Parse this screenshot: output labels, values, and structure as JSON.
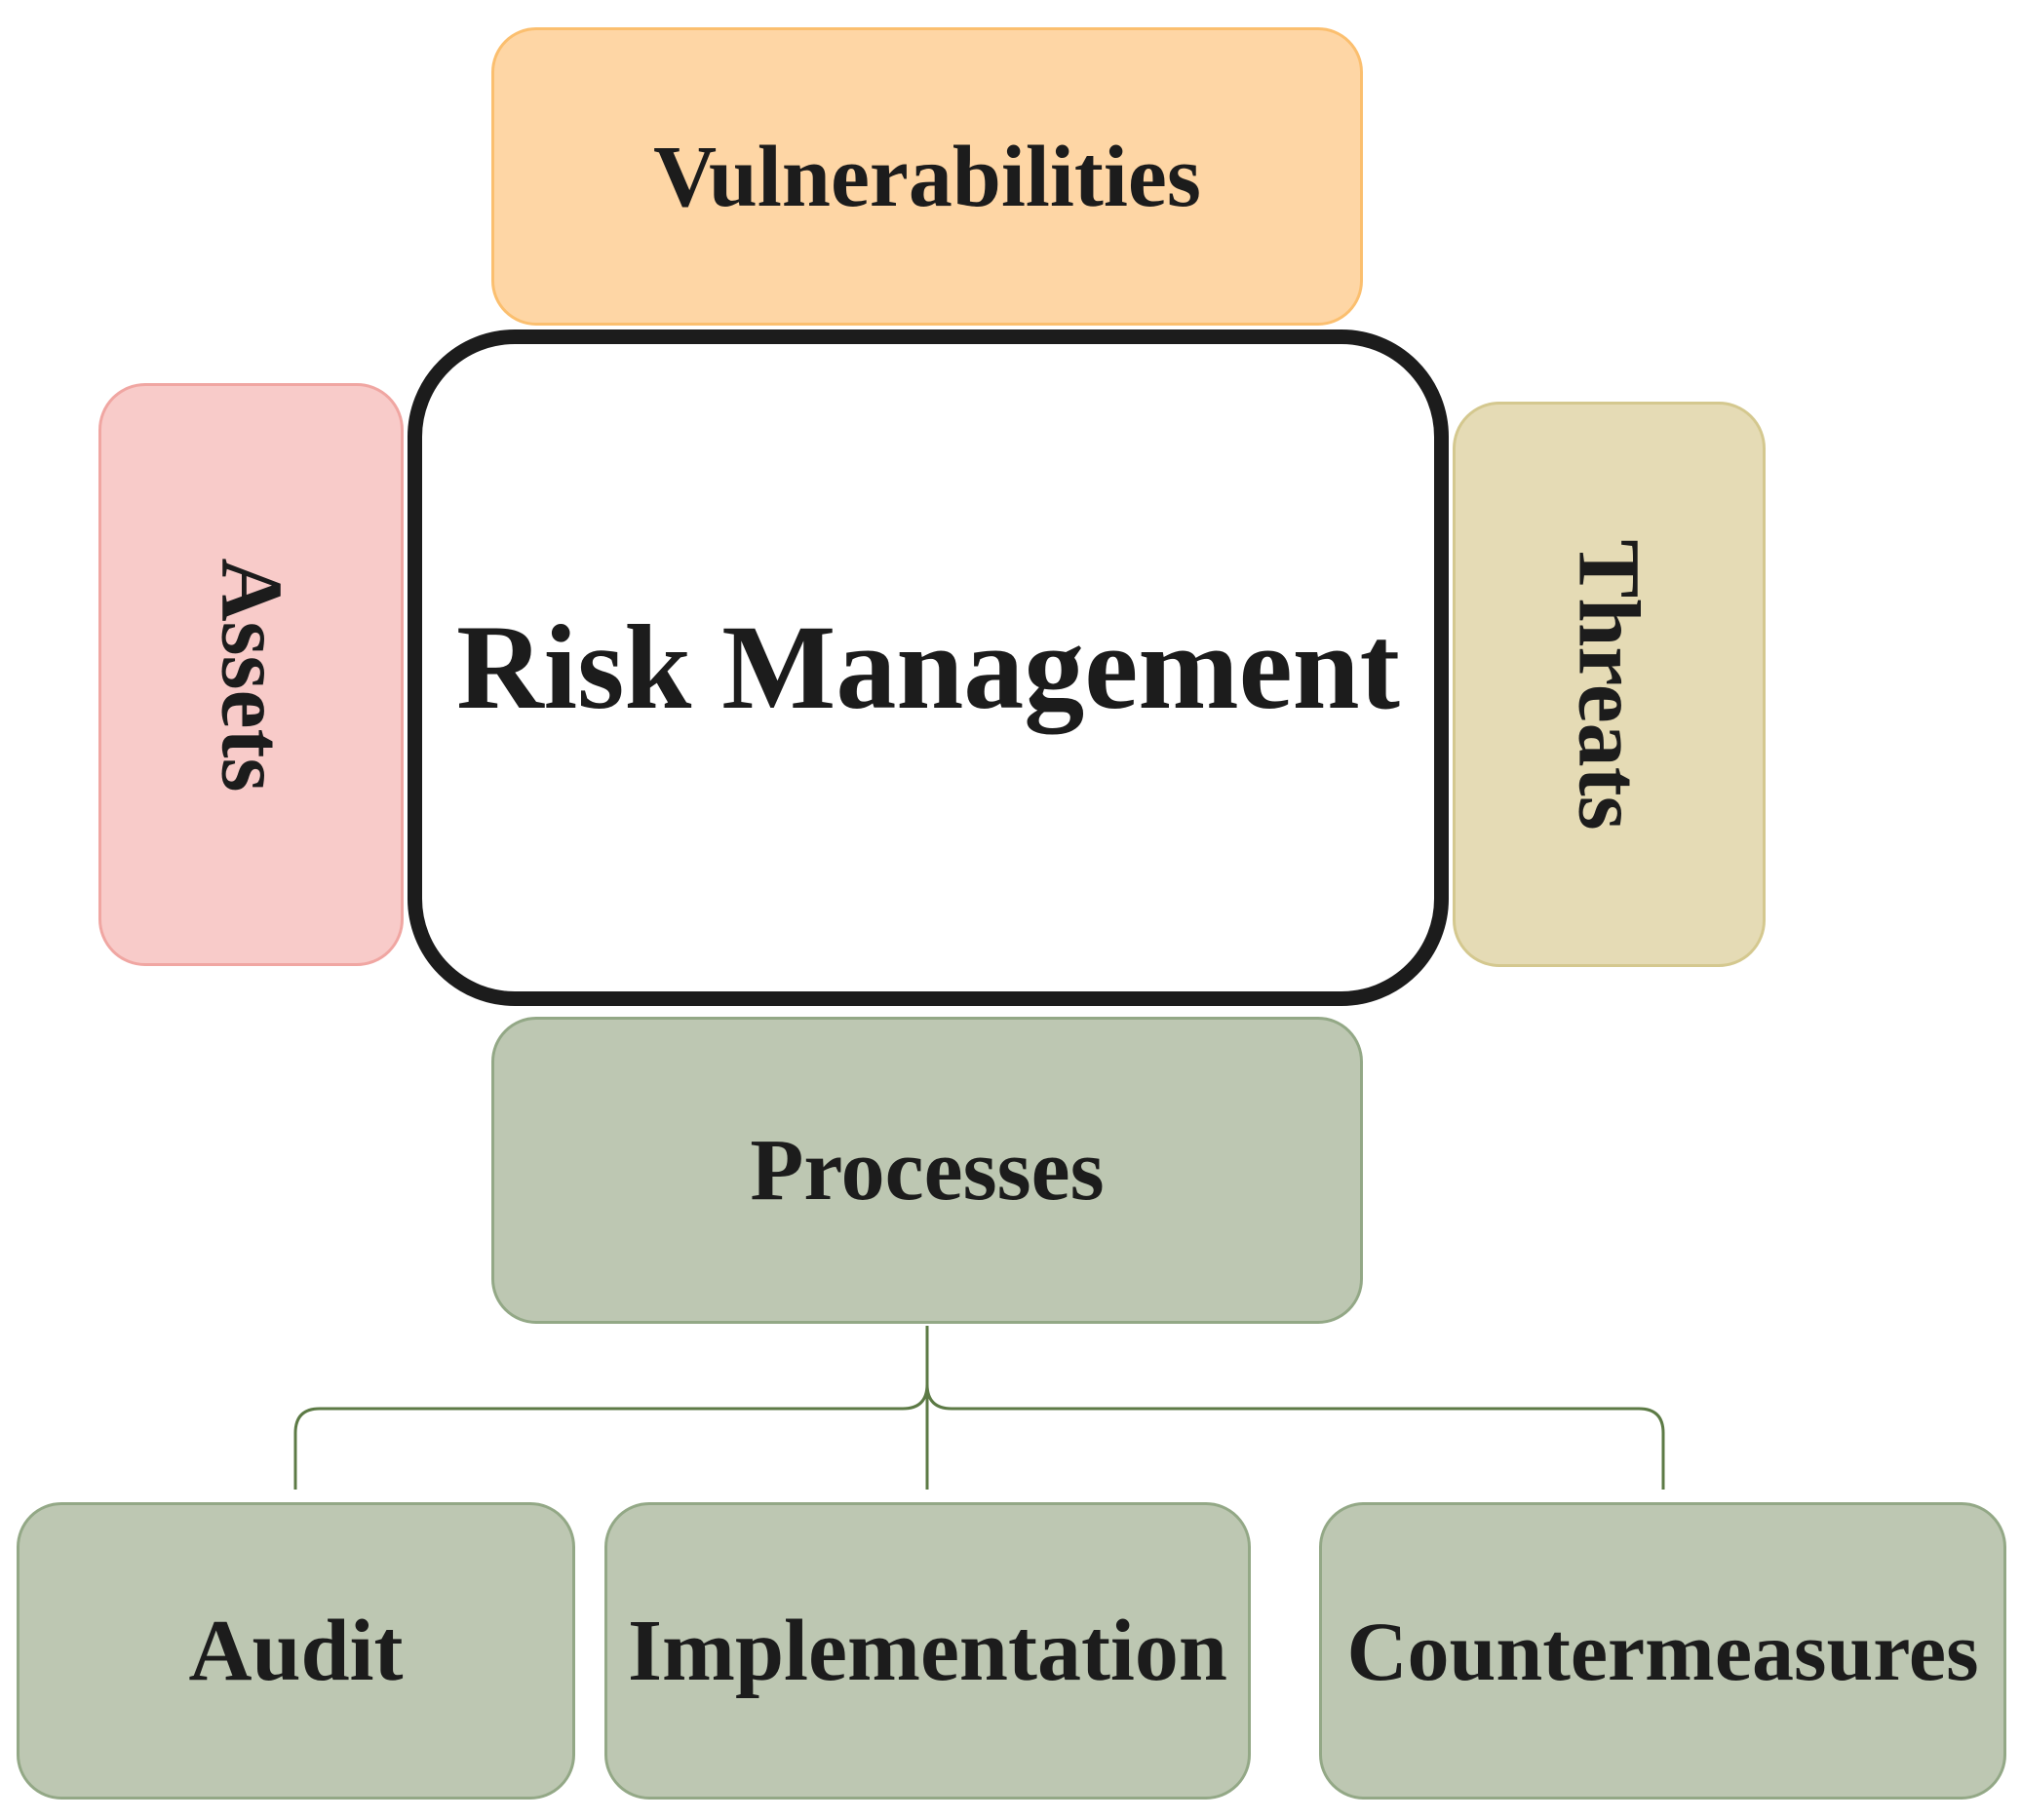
{
  "nodes": {
    "center": {
      "label": "Risk Management",
      "border": "#1c1c1c",
      "fill": "#ffffff"
    },
    "top": {
      "label": "Vulnerabilities",
      "fill": "#fed6a5",
      "border": "#fbbf6f"
    },
    "left": {
      "label": "Assets",
      "fill": "#f8cbc9",
      "border": "#f0a6a2"
    },
    "right": {
      "label": "Threats",
      "fill": "#e5dbb5",
      "border": "#d4c88f"
    },
    "bottom": {
      "label": "Processes",
      "fill": "#bdc7b2",
      "border": "#93a886"
    },
    "children": [
      {
        "label": "Audit",
        "fill": "#bdc7b2",
        "border": "#93a886"
      },
      {
        "label": "Implementation",
        "fill": "#bdc7b2",
        "border": "#93a886"
      },
      {
        "label": "Countermeasures",
        "fill": "#bdc7b2",
        "border": "#93a886"
      }
    ]
  },
  "connector_color": "#5c7a45"
}
